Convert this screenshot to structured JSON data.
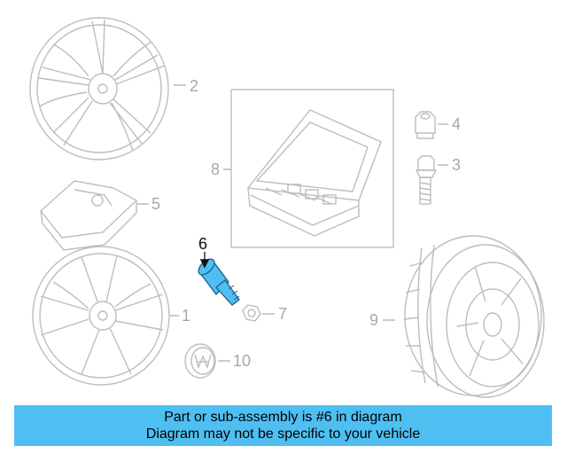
{
  "diagram": {
    "callouts": [
      {
        "id": "2",
        "label": "2",
        "part": "wheel-upper"
      },
      {
        "id": "8",
        "label": "8",
        "part": "tool-kit-case"
      },
      {
        "id": "4",
        "label": "4",
        "part": "bolt-cap"
      },
      {
        "id": "3",
        "label": "3",
        "part": "wheel-bolt"
      },
      {
        "id": "5",
        "label": "5",
        "part": "tpms-sensor"
      },
      {
        "id": "6",
        "label": "6",
        "part": "valve-stem",
        "highlighted": true
      },
      {
        "id": "1",
        "label": "1",
        "part": "wheel-lower"
      },
      {
        "id": "7",
        "label": "7",
        "part": "valve-nut"
      },
      {
        "id": "9",
        "label": "9",
        "part": "tire"
      },
      {
        "id": "10",
        "label": "10",
        "part": "center-cap"
      }
    ],
    "highlight_color": "#4fbff2",
    "line_color": "#bdbdbd"
  },
  "banner": {
    "line1": "Part or sub-assembly is #6 in diagram",
    "line2": "Diagram may not be specific to your vehicle",
    "background": "#4fbff2"
  }
}
